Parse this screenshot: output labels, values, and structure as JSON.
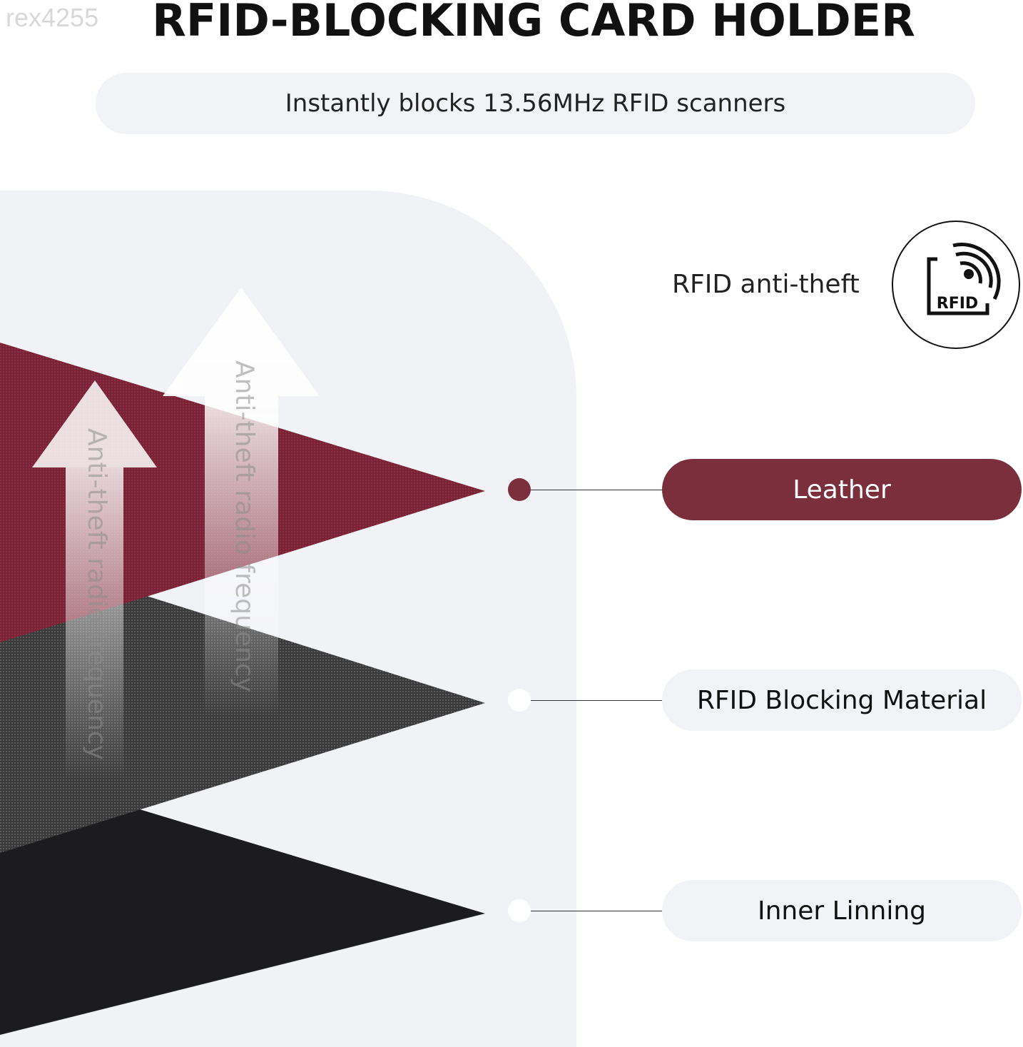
{
  "watermark": "rex4255",
  "title": "RFID-BLOCKING CARD HOLDER",
  "subtitle": "Instantly blocks 13.56MHz RFID scanners",
  "arrow_text": "Anti-theft radio frequency",
  "feature": {
    "label": "RFID anti-theft",
    "icon": "rfid-icon",
    "icon_text": "RFID"
  },
  "layers": [
    {
      "label": "Leather",
      "color": "#7b2f3c",
      "active": true
    },
    {
      "label": "RFID Blocking Material",
      "color": "#454545",
      "active": false
    },
    {
      "label": "Inner Linning",
      "color": "#1c1c1e",
      "active": false
    }
  ],
  "colors": {
    "accent": "#7b2f3c",
    "pill_bg": "#f2f3f7"
  }
}
